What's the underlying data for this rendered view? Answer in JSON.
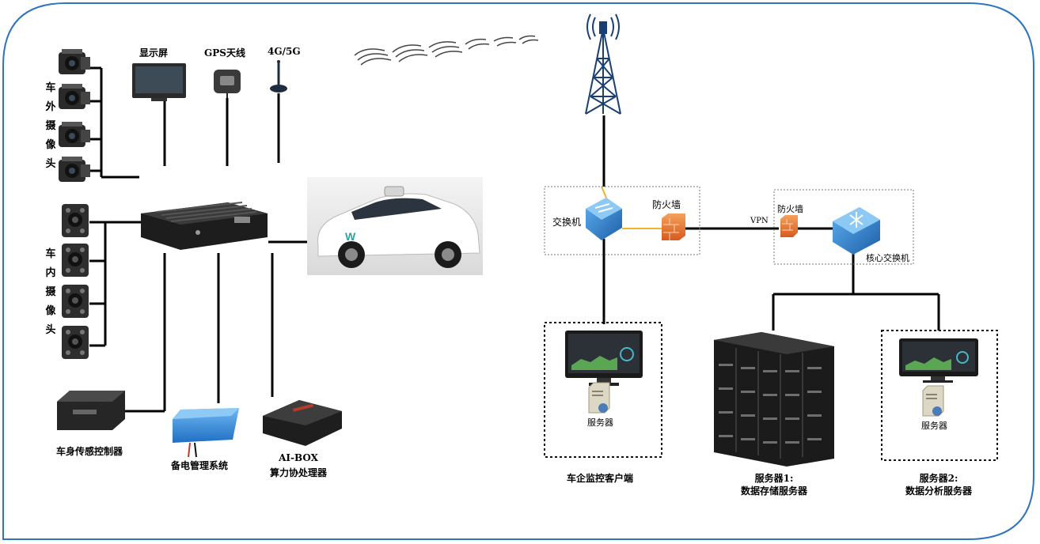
{
  "vehicle_side": {
    "exterior_cameras_label": "车外摄像头",
    "interior_cameras_label": "车内摄像头",
    "display_label": "显示屏",
    "gps_label": "GPS天线",
    "cellular_label": "4G/5G",
    "body_sensor_label": "车身传感控制器",
    "backup_power_label": "备电管理系统",
    "aibox_label_line1": "AI-BOX",
    "aibox_label_line2": "算力协处理器"
  },
  "network_side": {
    "switch_label": "交换机",
    "firewall1_label": "防火墙",
    "vpn_label": "VPN",
    "firewall2_label": "防火墙",
    "core_switch_label": "核心交换机",
    "client_server_label": "服务器",
    "client_caption": "车企监控客户端",
    "server1_caption_line1": "服务器1:",
    "server1_caption_line2": "数据存储服务器",
    "server2_inner_label": "服务器",
    "server2_caption_line1": "服务器2:",
    "server2_caption_line2": "数据分析服务器"
  },
  "colors": {
    "frame_border": "#2f74c0",
    "line": "#000000",
    "vpn_link": "#f0b429",
    "switch_blue": "#2f86d6",
    "firewall_orange": "#e8742c"
  }
}
